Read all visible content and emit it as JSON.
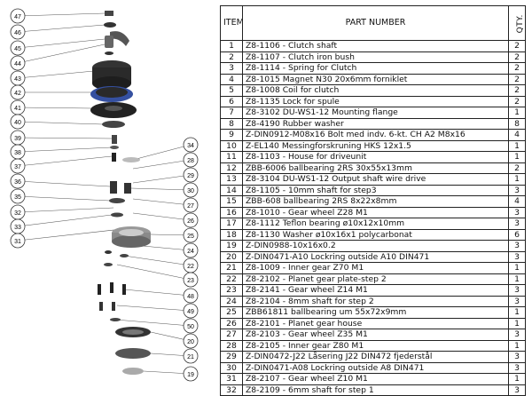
{
  "table": {
    "headers": {
      "item": "ITEM NO.",
      "part": "PART NUMBER",
      "qty": "QTY."
    },
    "rows": [
      {
        "item": "1",
        "part": "Z8-1106 - Clutch shaft",
        "qty": "2"
      },
      {
        "item": "2",
        "part": "Z8-1107 - Clutch iron bush",
        "qty": "2"
      },
      {
        "item": "3",
        "part": "Z8-1114 - Spring for Clutch",
        "qty": "2"
      },
      {
        "item": "4",
        "part": "Z8-1015 Magnet N30 20x6mm forniklet",
        "qty": "2"
      },
      {
        "item": "5",
        "part": "Z8-1008 Coil for clutch",
        "qty": "2"
      },
      {
        "item": "6",
        "part": "Z8-1135 Lock for spule",
        "qty": "2"
      },
      {
        "item": "7",
        "part": "Z8-3102 DU-WS1-12 Mounting flange",
        "qty": "1"
      },
      {
        "item": "8",
        "part": "Z8-4190 Rubber washer",
        "qty": "8"
      },
      {
        "item": "9",
        "part": "Z-DIN0912-M08x16 Bolt med indv. 6-kt. CH A2 M8x16",
        "qty": "4"
      },
      {
        "item": "10",
        "part": "Z-EL140 Messingforskruning HKS 12x1.5",
        "qty": "1"
      },
      {
        "item": "11",
        "part": "Z8-1103 - House for driveunit",
        "qty": "1"
      },
      {
        "item": "12",
        "part": "ZBB-6006 ballbearing 2RS 30x55x13mm",
        "qty": "2"
      },
      {
        "item": "13",
        "part": "Z8-3104 DU-WS1-12 Output shaft wire drive",
        "qty": "1"
      },
      {
        "item": "14",
        "part": "Z8-1105 - 10mm shaft for step3",
        "qty": "3"
      },
      {
        "item": "15",
        "part": "ZBB-608 ballbearing 2RS 8x22x8mm",
        "qty": "4"
      },
      {
        "item": "16",
        "part": "Z8-1010 - Gear wheel Z28 M1",
        "qty": "3"
      },
      {
        "item": "17",
        "part": "Z8-1112 Teflon bearing ø10x12x10mm",
        "qty": "3"
      },
      {
        "item": "18",
        "part": "Z8-1130 Washer ø10x16x1 polycarbonat",
        "qty": "6"
      },
      {
        "item": "19",
        "part": "Z-DIN0988-10x16x0.2",
        "qty": "3"
      },
      {
        "item": "20",
        "part": "Z-DIN0471-A10 Lockring outside A10 DIN471",
        "qty": "3"
      },
      {
        "item": "21",
        "part": "Z8-1009 - Inner gear Z70 M1",
        "qty": "1"
      },
      {
        "item": "22",
        "part": "Z8-2102 - Planet gear plate-step 2",
        "qty": "1"
      },
      {
        "item": "23",
        "part": "Z8-2141 - Gear wheel Z14 M1",
        "qty": "3"
      },
      {
        "item": "24",
        "part": "Z8-2104 - 8mm shaft for step 2",
        "qty": "3"
      },
      {
        "item": "25",
        "part": "ZBB61811 ballbearing um 55x72x9mm",
        "qty": "1"
      },
      {
        "item": "26",
        "part": "Z8-2101 - Planet gear house",
        "qty": "1"
      },
      {
        "item": "27",
        "part": "Z8-2103 - Gear wheel Z35 M1",
        "qty": "3"
      },
      {
        "item": "28",
        "part": "Z8-2105 - Inner gear Z80 M1",
        "qty": "1"
      },
      {
        "item": "29",
        "part": "Z-DIN0472-J22 Låsering J22 DIN472 fjederstål",
        "qty": "3"
      },
      {
        "item": "30",
        "part": "Z-DIN0471-A08 Lockring outside A8 DIN471",
        "qty": "3"
      },
      {
        "item": "31",
        "part": "Z8-2107 - Gear wheel Z10 M1",
        "qty": "1"
      },
      {
        "item": "32",
        "part": "Z8-2109 - 6mm shaft for step 1",
        "qty": "3"
      }
    ]
  },
  "diagram": {
    "callouts_left": [
      "47",
      "46",
      "45",
      "44",
      "43",
      "42",
      "41",
      "40",
      "39",
      "38",
      "37",
      "36",
      "35",
      "32",
      "33",
      "31"
    ],
    "callouts_right": [
      "34",
      "28",
      "29",
      "30",
      "27",
      "26",
      "25",
      "24",
      "22",
      "23",
      "48",
      "49",
      "50",
      "20",
      "21",
      "19"
    ]
  }
}
